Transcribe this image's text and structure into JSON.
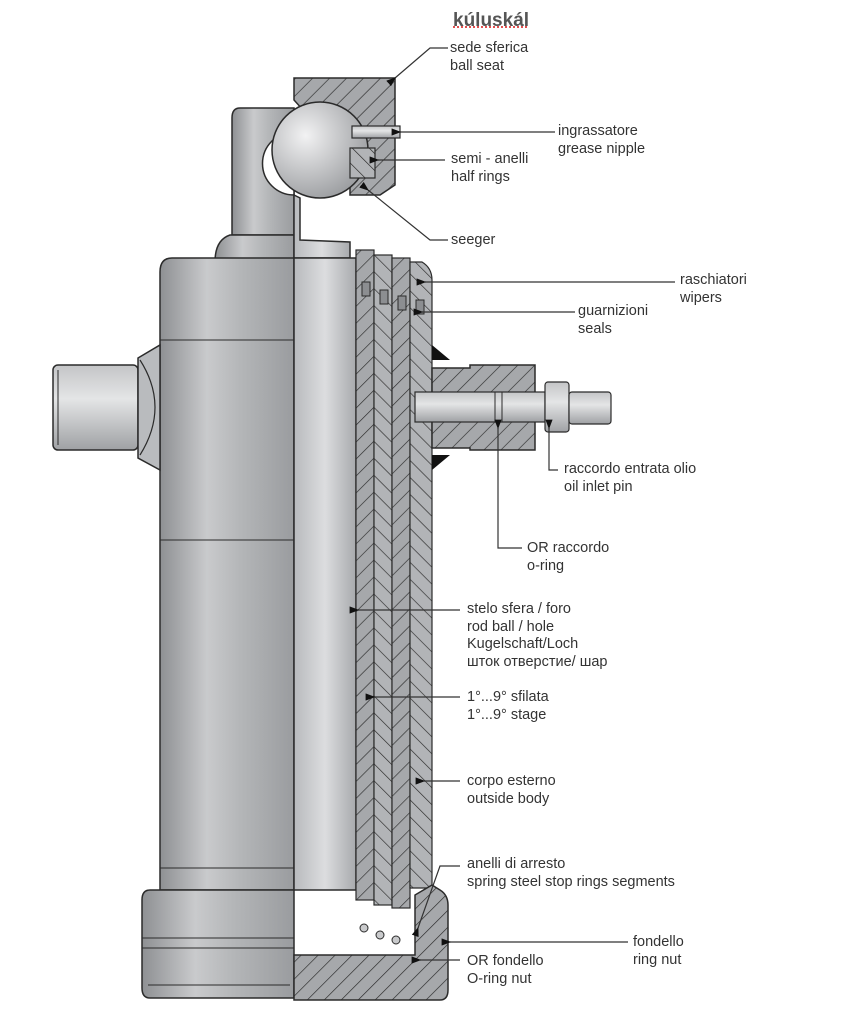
{
  "title": "kúluskál",
  "colors": {
    "body_fill": "#a9abae",
    "body_light": "#d9dadc",
    "section_fill": "#9d9fa2",
    "outline": "#2b2b2b",
    "text": "#333333",
    "title_text": "#555555"
  },
  "labels": {
    "ball_seat": [
      "sede sferica",
      "ball seat"
    ],
    "grease_nipple": [
      "ingrassatore",
      "grease nipple"
    ],
    "half_rings": [
      "semi - anelli",
      "half rings"
    ],
    "seeger": [
      "seeger"
    ],
    "wipers": [
      "raschiatori",
      "wipers"
    ],
    "seals": [
      "guarnizioni",
      "seals"
    ],
    "oil_inlet": [
      "raccordo entrata olio",
      "oil inlet pin"
    ],
    "or_fitting": [
      "OR raccordo",
      "o-ring"
    ],
    "rod_ball": [
      "stelo sfera / foro",
      "rod ball / hole",
      "Kugelschaft/Loch",
      "шток отверстие/ шар"
    ],
    "stage": [
      "1°...9° sfilata",
      "1°...9° stage"
    ],
    "outside_body": [
      "corpo esterno",
      "outside body"
    ],
    "stop_rings": [
      "anelli di arresto",
      "spring steel stop rings segments"
    ],
    "ring_nut": [
      "fondello",
      "ring nut"
    ],
    "oring_nut": [
      "OR fondello",
      "O-ring nut"
    ]
  }
}
